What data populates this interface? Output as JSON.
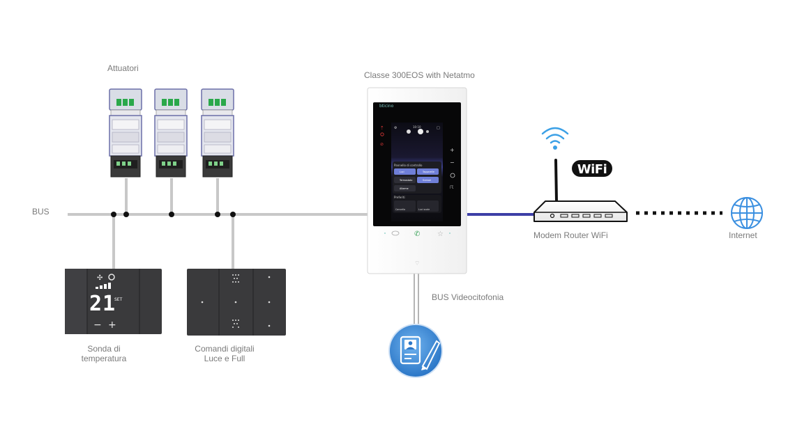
{
  "labels": {
    "actuators": "Attuatori",
    "bus": "BUS",
    "monitor": "Classe 300EOS with Netatmo",
    "router": "Modem Router WiFi",
    "internet": "Internet",
    "bus_video": "BUS Videocitofonia",
    "temp_sensor_line1": "Sonda di",
    "temp_sensor_line2": "temperatura",
    "digital_controls_line1": "Comandi digitali",
    "digital_controls_line2": "Luce e Full"
  },
  "wifi_badge": "WiFi",
  "thermostat": {
    "minus": "−",
    "plus": "+"
  },
  "screen": {
    "brand": "bticino",
    "section1": "Pannello di controllo",
    "btn_luci": "Luci",
    "btn_tapparelle": "Tapparelle",
    "btn_termostato": "Termostato",
    "btn_scenari": "Scenari",
    "btn_allarme": "Allarme",
    "section2": "Preferiti",
    "fav1": "Cancello",
    "fav2": "Luci scale"
  },
  "colors": {
    "bus_line": "#c8c8c8",
    "ethernet_line": "#3d3fa6",
    "wifi_blue": "#3ba0e6",
    "globe_blue": "#3a8fe0",
    "device_dark": "#3a3a3c",
    "node": "#111111"
  },
  "icons": [
    "wifi-signal-icon",
    "globe-icon",
    "intercom-app-icon"
  ]
}
